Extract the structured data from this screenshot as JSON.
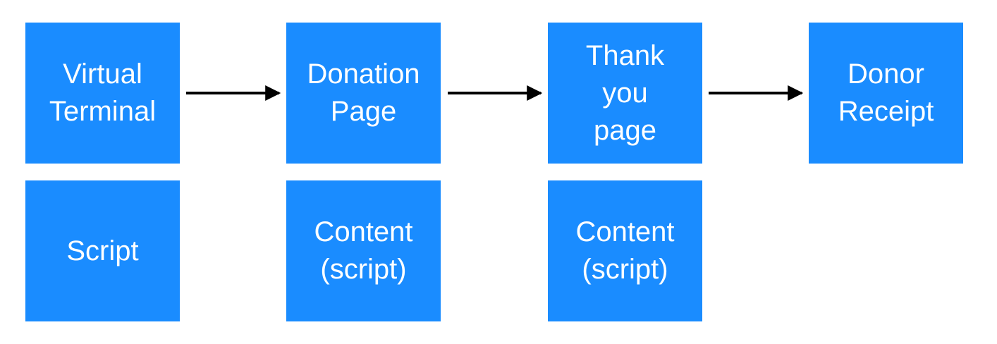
{
  "diagram": {
    "top_row": [
      {
        "id": "virtual-terminal",
        "label": "Virtual\nTerminal"
      },
      {
        "id": "donation-page",
        "label": "Donation\nPage"
      },
      {
        "id": "thank-you-page",
        "label": "Thank\nyou\npage"
      },
      {
        "id": "donor-receipt",
        "label": "Donor\nReceipt"
      }
    ],
    "bottom_row": [
      {
        "id": "script",
        "label": "Script"
      },
      {
        "id": "content-1",
        "label": "Content\n(script)"
      },
      {
        "id": "content-2",
        "label": "Content\n(script)"
      }
    ],
    "edges": [
      {
        "from": "virtual-terminal",
        "to": "donation-page"
      },
      {
        "from": "donation-page",
        "to": "thank-you-page"
      },
      {
        "from": "thank-you-page",
        "to": "donor-receipt"
      }
    ],
    "colors": {
      "box_fill": "#1a8cff",
      "box_text": "#ffffff",
      "arrow": "#000000"
    }
  }
}
